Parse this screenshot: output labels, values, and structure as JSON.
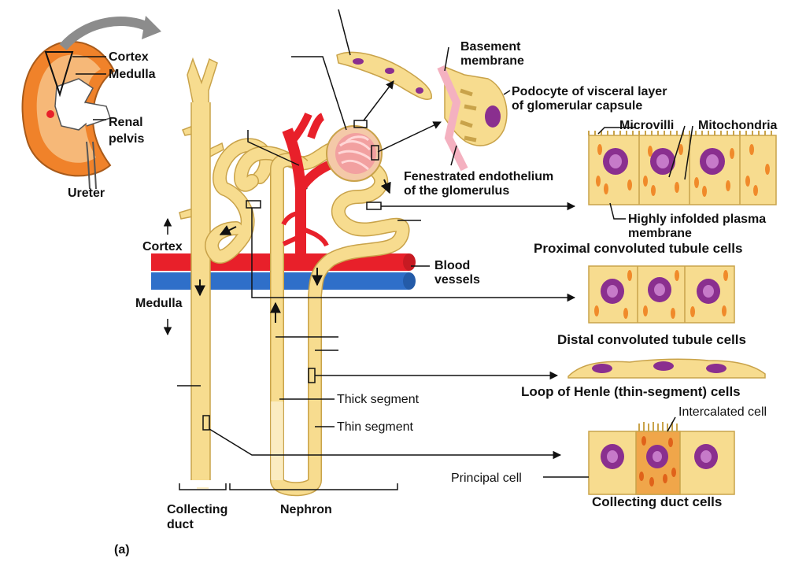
{
  "labels": {
    "kidney": {
      "cortex": "Cortex",
      "medulla": "Medulla",
      "renal_pelvis_1": "Renal",
      "renal_pelvis_2": "pelvis",
      "ureter": "Ureter"
    },
    "regions": {
      "cortex": "Cortex",
      "medulla": "Medulla"
    },
    "basement_membrane_1": "Basement",
    "basement_membrane_2": "membrane",
    "podocyte_1": "Podocyte of visceral layer",
    "podocyte_2": "of glomerular capsule",
    "fenestrated_1": "Fenestrated endothelium",
    "fenestrated_2": "of the glomerulus",
    "microvilli": "Microvilli",
    "mitochondria": "Mitochondria",
    "infolded_1": "Highly infolded plasma",
    "infolded_2": "membrane",
    "blood_vessels_1": "Blood",
    "blood_vessels_2": "vessels",
    "thick_segment": "Thick segment",
    "thin_segment": "Thin segment",
    "intercalated_cell": "Intercalated cell",
    "principal_cell": "Principal cell",
    "collecting_duct_1": "Collecting",
    "collecting_duct_2": "duct",
    "nephron": "Nephron",
    "panel": "(a)"
  },
  "captions": {
    "pct": "Proximal convoluted tubule cells",
    "dct": "Distal convoluted tubule cells",
    "loop": "Loop of Henle (thin-segment) cells",
    "collecting": "Collecting duct cells"
  },
  "colors": {
    "tubule_fill": "#f7dc8f",
    "tubule_stroke": "#c9a34a",
    "artery": "#e8202a",
    "vein": "#2f6fc9",
    "kidney_orange": "#f0822a",
    "nucleus": "#8a2f8f",
    "mitochondria": "#f08a2a"
  }
}
